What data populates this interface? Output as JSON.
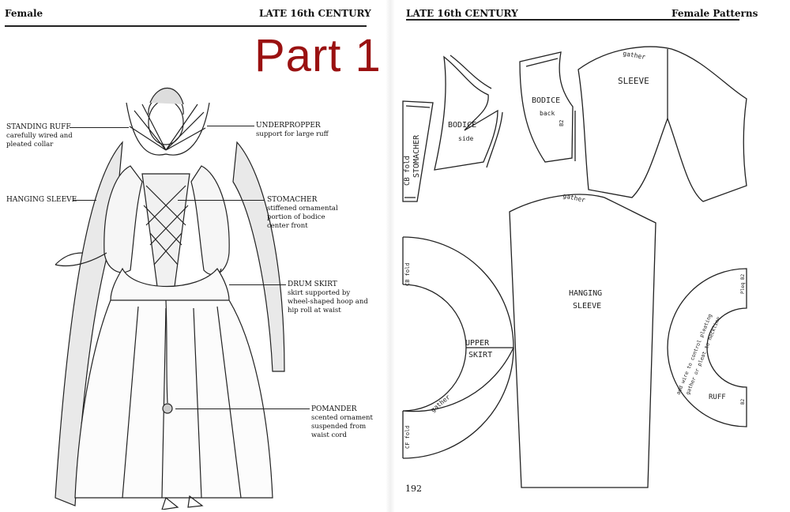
{
  "overlay": {
    "title": "Part 1"
  },
  "left_page": {
    "header_left": "Female",
    "header_right": "LATE 16th CENTURY",
    "callouts": {
      "standing_ruff": {
        "title": "STANDING RUFF",
        "desc": "carefully wired and\npleated collar"
      },
      "hanging_sleeve": {
        "title": "HANGING SLEEVE",
        "desc": ""
      },
      "underpropper": {
        "title": "UNDERPROPPER",
        "desc": "support for large ruff"
      },
      "stomacher": {
        "title": "STOMACHER",
        "desc": "stiffened ornamental\nportion of bodice\ncenter front"
      },
      "drum_skirt": {
        "title": "DRUM SKIRT",
        "desc": "skirt supported by\nwheel-shaped hoop and\nhip roll at waist"
      },
      "pomander": {
        "title": "POMANDER",
        "desc": "scented ornament\nsuspended from\nwaist cord"
      }
    }
  },
  "right_page": {
    "header_left": "LATE 16th CENTURY",
    "header_right": "Female Patterns",
    "page_number": "192",
    "pieces": {
      "stomacher": {
        "label": "STOMACHER",
        "note": "CB fold"
      },
      "bodice_side": {
        "label": "BODICE",
        "sub": "side"
      },
      "bodice_back": {
        "label": "BODICE",
        "sub": "back",
        "mark": "B2"
      },
      "sleeve": {
        "label": "SLEEVE",
        "note": "gather"
      },
      "hanging_sleeve": {
        "label1": "HANGING",
        "label2": "SLEEVE",
        "note": "gather"
      },
      "upper_skirt": {
        "label1": "UPPER",
        "label2": "SKIRT",
        "note": "gather",
        "fold_top": "CB fold",
        "fold_bottom": "CF fold"
      },
      "ruff": {
        "label": "RUFF",
        "note": "add wire to control pleating",
        "note2": "gather or pleat to neckline",
        "mark_top": "Pleq B2",
        "mark_bottom": "B2"
      }
    }
  }
}
